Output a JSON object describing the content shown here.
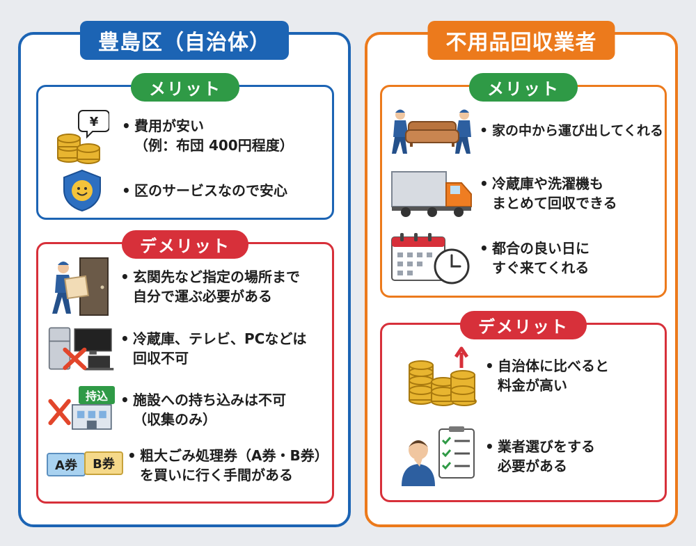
{
  "left": {
    "title": "豊島区（自治体）",
    "merit": {
      "label": "メリット",
      "items": [
        {
          "lines": [
            "費用が安い",
            "（例：布団 400円程度）"
          ],
          "icon": "coins-yen-icon"
        },
        {
          "lines": [
            "区のサービスなので安心"
          ],
          "icon": "shield-smile-icon"
        }
      ]
    },
    "demerit": {
      "label": "デメリット",
      "items": [
        {
          "lines": [
            "玄関先など指定の場所まで",
            "自分で運ぶ必要がある"
          ],
          "icon": "person-carrying-box-icon"
        },
        {
          "lines": [
            "冷蔵庫、テレビ、PCなどは",
            "回収不可"
          ],
          "icon": "appliances-crossed-icon"
        },
        {
          "lines": [
            "施設への持ち込みは不可",
            "（収集のみ）"
          ],
          "icon": "facility-crossed-icon"
        },
        {
          "lines": [
            "粗大ごみ処理券（A券・B券）",
            "を買いに行く手間がある"
          ],
          "icon": "tickets-icon"
        }
      ],
      "badge": "持込",
      "ticket_a": "A券",
      "ticket_b": "B券"
    }
  },
  "right": {
    "title": "不用品回収業者",
    "merit": {
      "label": "メリット",
      "items": [
        {
          "lines": [
            "家の中から運び出してくれる"
          ],
          "icon": "movers-sofa-icon"
        },
        {
          "lines": [
            "冷蔵庫や洗濯機も",
            "まとめて回収できる"
          ],
          "icon": "truck-icon"
        },
        {
          "lines": [
            "都合の良い日に",
            "すぐ来てくれる"
          ],
          "icon": "calendar-clock-icon"
        }
      ]
    },
    "demerit": {
      "label": "デメリット",
      "items": [
        {
          "lines": [
            "自治体に比べると",
            "料金が高い"
          ],
          "icon": "coins-up-icon"
        },
        {
          "lines": [
            "業者選びをする",
            "必要がある"
          ],
          "icon": "person-checklist-icon"
        }
      ]
    }
  },
  "colors": {
    "left_accent": "#1c64b4",
    "right_accent": "#ec7a1c",
    "merit": "#2f9a46",
    "demerit": "#d7303a"
  },
  "yen_symbol": "¥",
  "bullet": "•"
}
